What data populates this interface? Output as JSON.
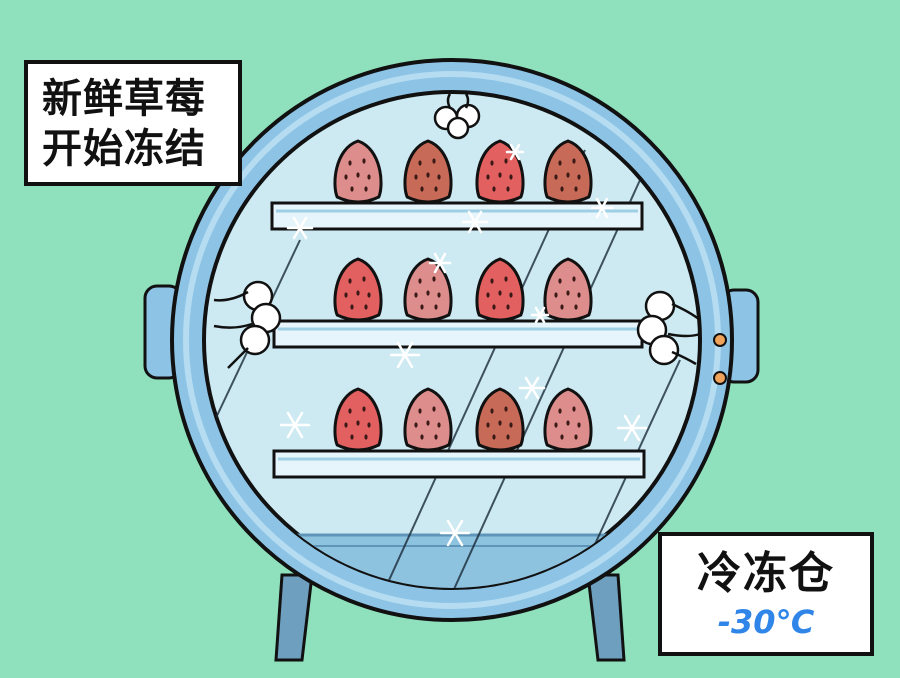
{
  "captions": {
    "top_line1": "新鲜草莓",
    "top_line2": "开始冻结",
    "chamber_title": "冷冻仓",
    "chamber_temp": "-30℃"
  },
  "colors": {
    "background": "#8fe0bd",
    "chamber_rim": "#8dc4e6",
    "glass": "#cdeaf3",
    "temp_text": "#2f86e8",
    "strawberry_red": "#e2605f",
    "strawberry_pink": "#dc8d8c",
    "strawberry_brown": "#c86a58"
  },
  "shelves": [
    {
      "berries": [
        "strawberry_pink",
        "strawberry_brown",
        "strawberry_red",
        "strawberry_brown"
      ]
    },
    {
      "berries": [
        "strawberry_red",
        "strawberry_pink",
        "strawberry_red",
        "strawberry_pink"
      ]
    },
    {
      "berries": [
        "strawberry_red",
        "strawberry_pink",
        "strawberry_brown",
        "strawberry_pink"
      ]
    }
  ]
}
